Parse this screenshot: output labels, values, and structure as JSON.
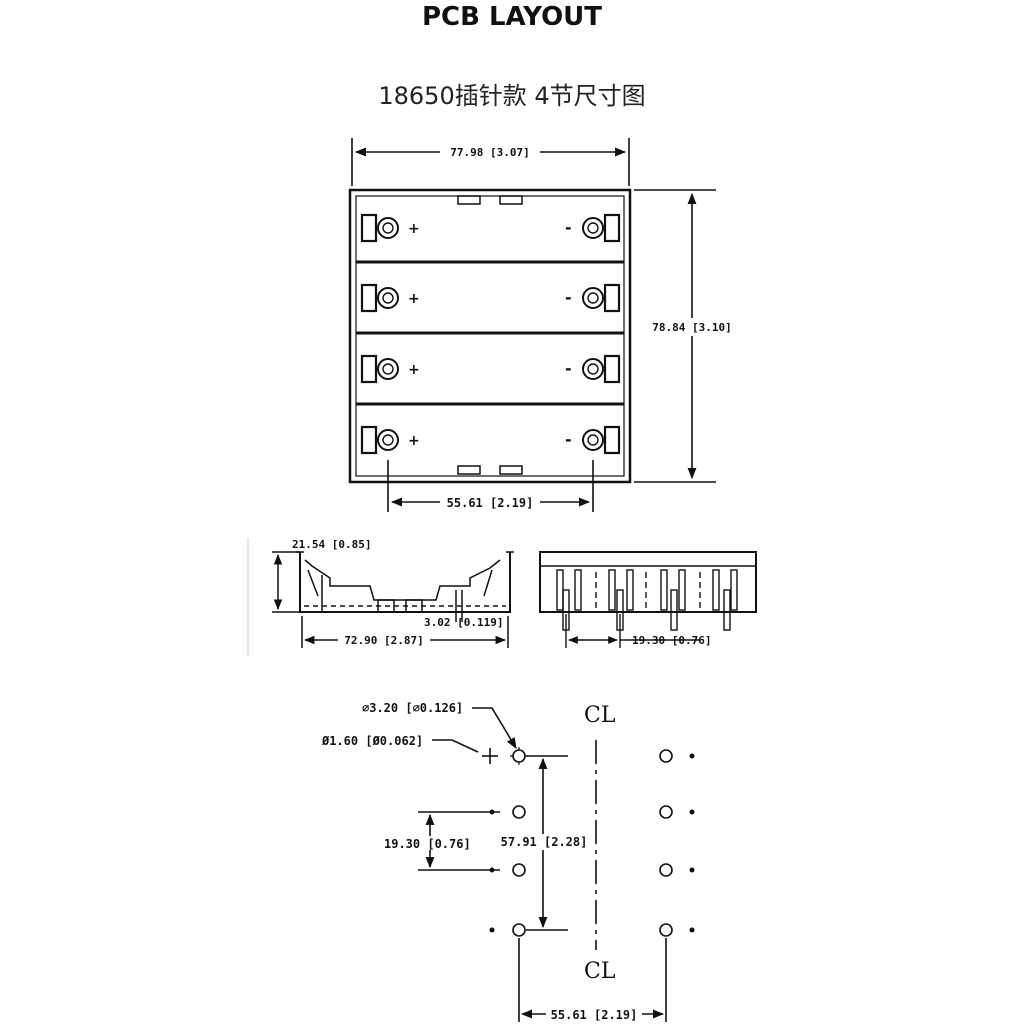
{
  "header": {
    "title": "PCB LAYOUT",
    "subtitle": "18650插针款 4节尺寸图"
  },
  "top_view": {
    "width_label": "77.98 [3.07]",
    "height_label": "78.84 [3.10]",
    "pin_span_label": "55.61 [2.19]",
    "cells": [
      {
        "plus": "+",
        "minus": "-"
      },
      {
        "plus": "+",
        "minus": "-"
      },
      {
        "plus": "+",
        "minus": "-"
      },
      {
        "plus": "+",
        "minus": "-"
      }
    ]
  },
  "side_view": {
    "height_label": "21.54 [0.85]",
    "pin_label": "3.02 [0.119]",
    "width_label": "72.90 [2.87]"
  },
  "end_view": {
    "pitch_label": "19.30 [0.76]"
  },
  "pcb": {
    "hole_label": "⌀3.20 [⌀0.126]",
    "pin_label": "Ø1.60 [Ø0.062]",
    "pitch_label": "19.30 [0.76]",
    "vertical_span_label": "57.91 [2.28]",
    "horizontal_span_label": "55.61 [2.19]",
    "centerline_symbol": "CL"
  }
}
